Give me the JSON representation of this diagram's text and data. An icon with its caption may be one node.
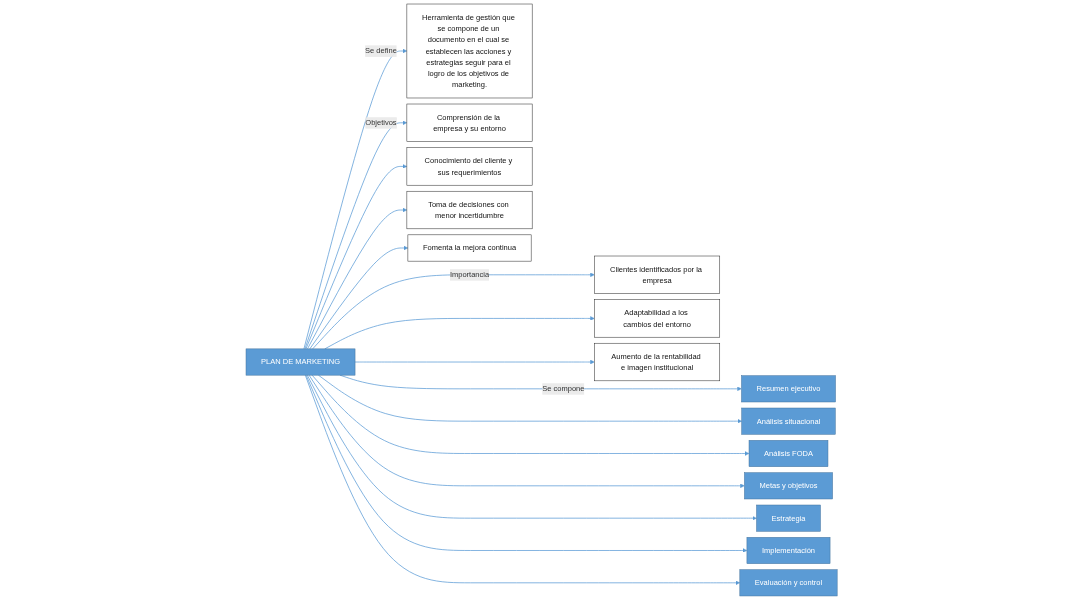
{
  "diagram": {
    "nodes": [
      {
        "text": [
          "PLAN DE MARKETING"
        ]
      },
      {
        "text": [
          "Herramienta de gestión que se compone de un documento en el cual se establecen las acciones y estrategias seguir para el logro de los objetivos de marketing."
        ]
      },
      {
        "text": [
          "Comprensión de la empresa y su entorno"
        ]
      },
      {
        "text": [
          "Conocimiento del cliente y sus requerimientos"
        ]
      },
      {
        "text": [
          "Toma de decisiones con menor incertidumbre"
        ]
      },
      {
        "text": [
          "Fomenta la mejora continua"
        ]
      },
      {
        "text": [
          "Clientes identificados por la empresa"
        ]
      },
      {
        "text": [
          "Adaptabilidad a los cambios del entorno"
        ]
      },
      {
        "text": [
          "Aumento de la rentabilidad e imagen institucional"
        ]
      },
      {
        "text": [
          "Resumen ejecutivo"
        ]
      },
      {
        "text": [
          "Análisis situacional"
        ]
      },
      {
        "text": [
          "Análisis FODA"
        ]
      },
      {
        "text": [
          "Metas y objetivos"
        ]
      },
      {
        "text": [
          "Estrategia"
        ]
      },
      {
        "text": [
          "Implementación"
        ]
      },
      {
        "text": [
          "Evaluación y control"
        ]
      }
    ],
    "edges": [
      {
        "from": 0,
        "to": 1,
        "arrow": "to",
        "label": "Se define"
      },
      {
        "from": 0,
        "to": 2,
        "arrow": "to",
        "label": "Objetivos"
      },
      {
        "from": 0,
        "to": 3,
        "arrow": "to"
      },
      {
        "from": 0,
        "to": 4,
        "arrow": "to"
      },
      {
        "from": 0,
        "to": 5,
        "arrow": "to"
      },
      {
        "from": 0,
        "to": 6,
        "arrow": "to",
        "label": "Importancia"
      },
      {
        "from": 0,
        "to": 7,
        "arrow": "to"
      },
      {
        "from": 0,
        "to": 8,
        "arrow": "to"
      },
      {
        "from": 0,
        "to": 9,
        "arrow": "to",
        "label": "Se compone"
      },
      {
        "from": 0,
        "to": 10,
        "arrow": "to"
      },
      {
        "from": 0,
        "to": 11,
        "arrow": "to"
      },
      {
        "from": 0,
        "to": 12,
        "arrow": "to"
      },
      {
        "from": 0,
        "to": 13,
        "arrow": "to"
      },
      {
        "from": 0,
        "to": 14,
        "arrow": "to"
      },
      {
        "from": 0,
        "to": 15,
        "arrow": "to"
      }
    ]
  }
}
